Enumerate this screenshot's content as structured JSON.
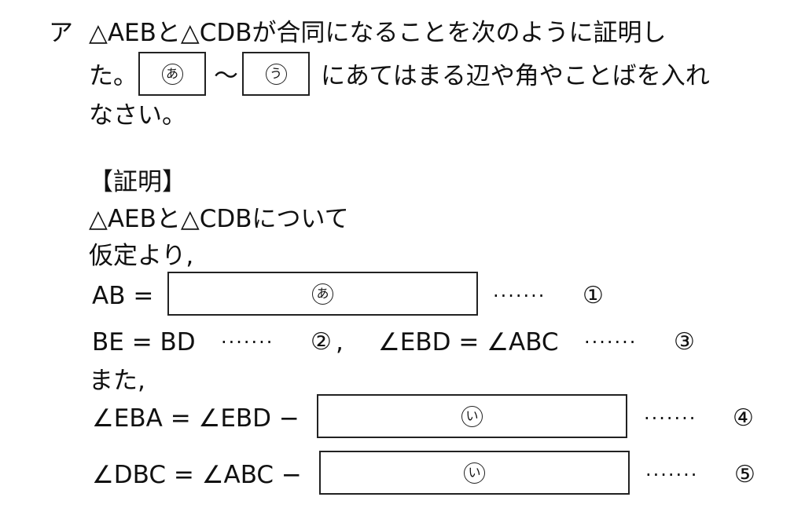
{
  "question": {
    "label": "ア",
    "line1": "△AEBと△CDBが合同になることを次のように証明し",
    "line2_prefix": "た。",
    "tilde": "～",
    "line2_suffix": "にあてはまる辺や角やことばを入れ",
    "line3": "なさい。",
    "blank_start": "あ",
    "blank_end": "う"
  },
  "proof": {
    "heading": "【証明】",
    "intro": "△AEBと△CDBについて",
    "assumption": "仮定より,",
    "eq1_left": "AB =",
    "eq1_blank": "あ",
    "eq1_dots": "·······",
    "eq1_num": "①",
    "eq2_a": "BE = BD",
    "eq2_dots": "·······",
    "eq2_num": "②",
    "eq2_comma": ",",
    "eq3_a": "∠EBD = ∠ABC",
    "eq3_dots": "·······",
    "eq3_num": "③",
    "also": "また,",
    "eq4_left": "∠EBA = ∠EBD −",
    "eq4_blank": "い",
    "eq4_dots": "·······",
    "eq4_num": "④",
    "eq5_left": "∠DBC = ∠ABC −",
    "eq5_blank": "い",
    "eq5_dots": "·······",
    "eq5_num": "⑤"
  }
}
